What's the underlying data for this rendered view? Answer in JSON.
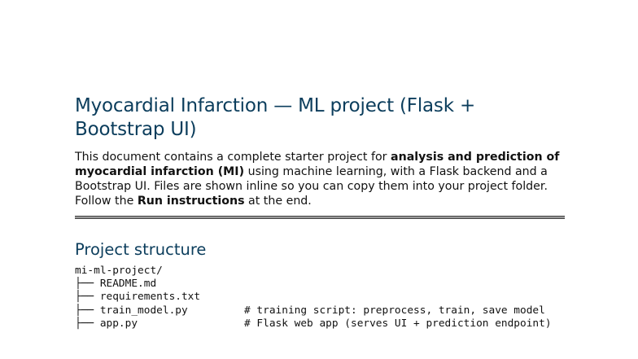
{
  "document": {
    "title": "Myocardial Infarction — ML project (Flask + Bootstrap UI)",
    "intro": {
      "segments": [
        {
          "text": "This document contains a complete starter project for ",
          "bold": false
        },
        {
          "text": "analysis and prediction of myocardial infarction (MI)",
          "bold": true
        },
        {
          "text": " using machine learning, with a Flask backend and a Bootstrap UI. Files are shown inline so you can copy them into your project folder. Follow the ",
          "bold": false
        },
        {
          "text": "Run instructions",
          "bold": true
        },
        {
          "text": " at the end.",
          "bold": false
        }
      ]
    },
    "sections": [
      {
        "heading": "Project structure",
        "code_lines": [
          "mi-ml-project/",
          "├── README.md",
          "├── requirements.txt",
          "├── train_model.py         # training script: preprocess, train, save model",
          "├── app.py                 # Flask web app (serves UI + prediction endpoint)"
        ]
      }
    ]
  }
}
